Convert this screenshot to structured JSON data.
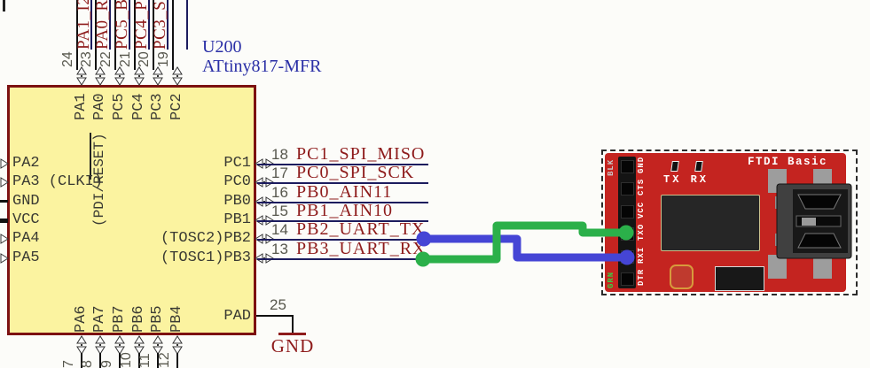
{
  "schematic": {
    "refdes": "U200",
    "part": "ATtiny817-MFR",
    "updi_label": "(PDI/RESET)",
    "chip": {
      "left_pins": [
        {
          "name": "PA2"
        },
        {
          "name": "PA3 (CLKI)"
        },
        {
          "name": "GND"
        },
        {
          "name": "VCC"
        },
        {
          "name": "PA4"
        },
        {
          "name": "PA5"
        }
      ],
      "right_pins": [
        {
          "number": "18",
          "name": "PC1",
          "net": "PC1_SPI_MISO"
        },
        {
          "number": "17",
          "name": "PC0",
          "net": "PC0_SPI_SCK"
        },
        {
          "number": "16",
          "name": "PB0",
          "net": "PB0_AIN11"
        },
        {
          "number": "15",
          "name": "PB1",
          "net": "PB1_AIN10"
        },
        {
          "number": "14",
          "name": "(TOSC2)PB2",
          "net": "PB2_UART_TX"
        },
        {
          "number": "13",
          "name": "(TOSC1)PB3",
          "net": "PB3_UART_RX"
        }
      ],
      "top_pins": [
        {
          "number": "24",
          "name": "PA1",
          "net": "PA1_I2"
        },
        {
          "number": "23",
          "name": "PA0",
          "net": "PA0_R"
        },
        {
          "number": "22",
          "name": "PC5",
          "net": "PC5_B"
        },
        {
          "number": "21",
          "name": "PC4",
          "net": "PC4_P"
        },
        {
          "number": "20",
          "name": "PC3",
          "net": "PC3_S"
        },
        {
          "number": "19",
          "name": "PC2",
          "net": ""
        }
      ],
      "bottom_pins": [
        {
          "number": "7",
          "name": "PA6"
        },
        {
          "number": "8",
          "name": "PA7"
        },
        {
          "number": "9",
          "name": "PB7"
        },
        {
          "number": "10",
          "name": "PB6"
        },
        {
          "number": "11",
          "name": "PB5"
        },
        {
          "number": "12",
          "name": "PB4"
        }
      ],
      "pad_pin": {
        "number": "25",
        "name": "PAD",
        "net": "GND"
      }
    }
  },
  "ftdi": {
    "title": "FTDI Basic",
    "led_labels": "TX RX",
    "header_pins": [
      "GND",
      "CTS",
      "VCC",
      "TXO",
      "RXI",
      "DTR"
    ],
    "edge_label_top": "BLK",
    "edge_label_bottom": "GRN"
  },
  "wires": [
    {
      "from": "PB2_UART_TX",
      "to": "RXI",
      "color": "#4545d5"
    },
    {
      "from": "PB3_UART_RX",
      "to": "TXO",
      "color": "#2bb04a"
    }
  ],
  "colors": {
    "chip_fill": "#fbf3a0",
    "chip_border": "#7c1111",
    "net_label": "#8e1b1b",
    "refdes_blue": "#2a2fa6",
    "board_red": "#c42420",
    "wire_blue": "#4545d5",
    "wire_green": "#2bb04a"
  }
}
